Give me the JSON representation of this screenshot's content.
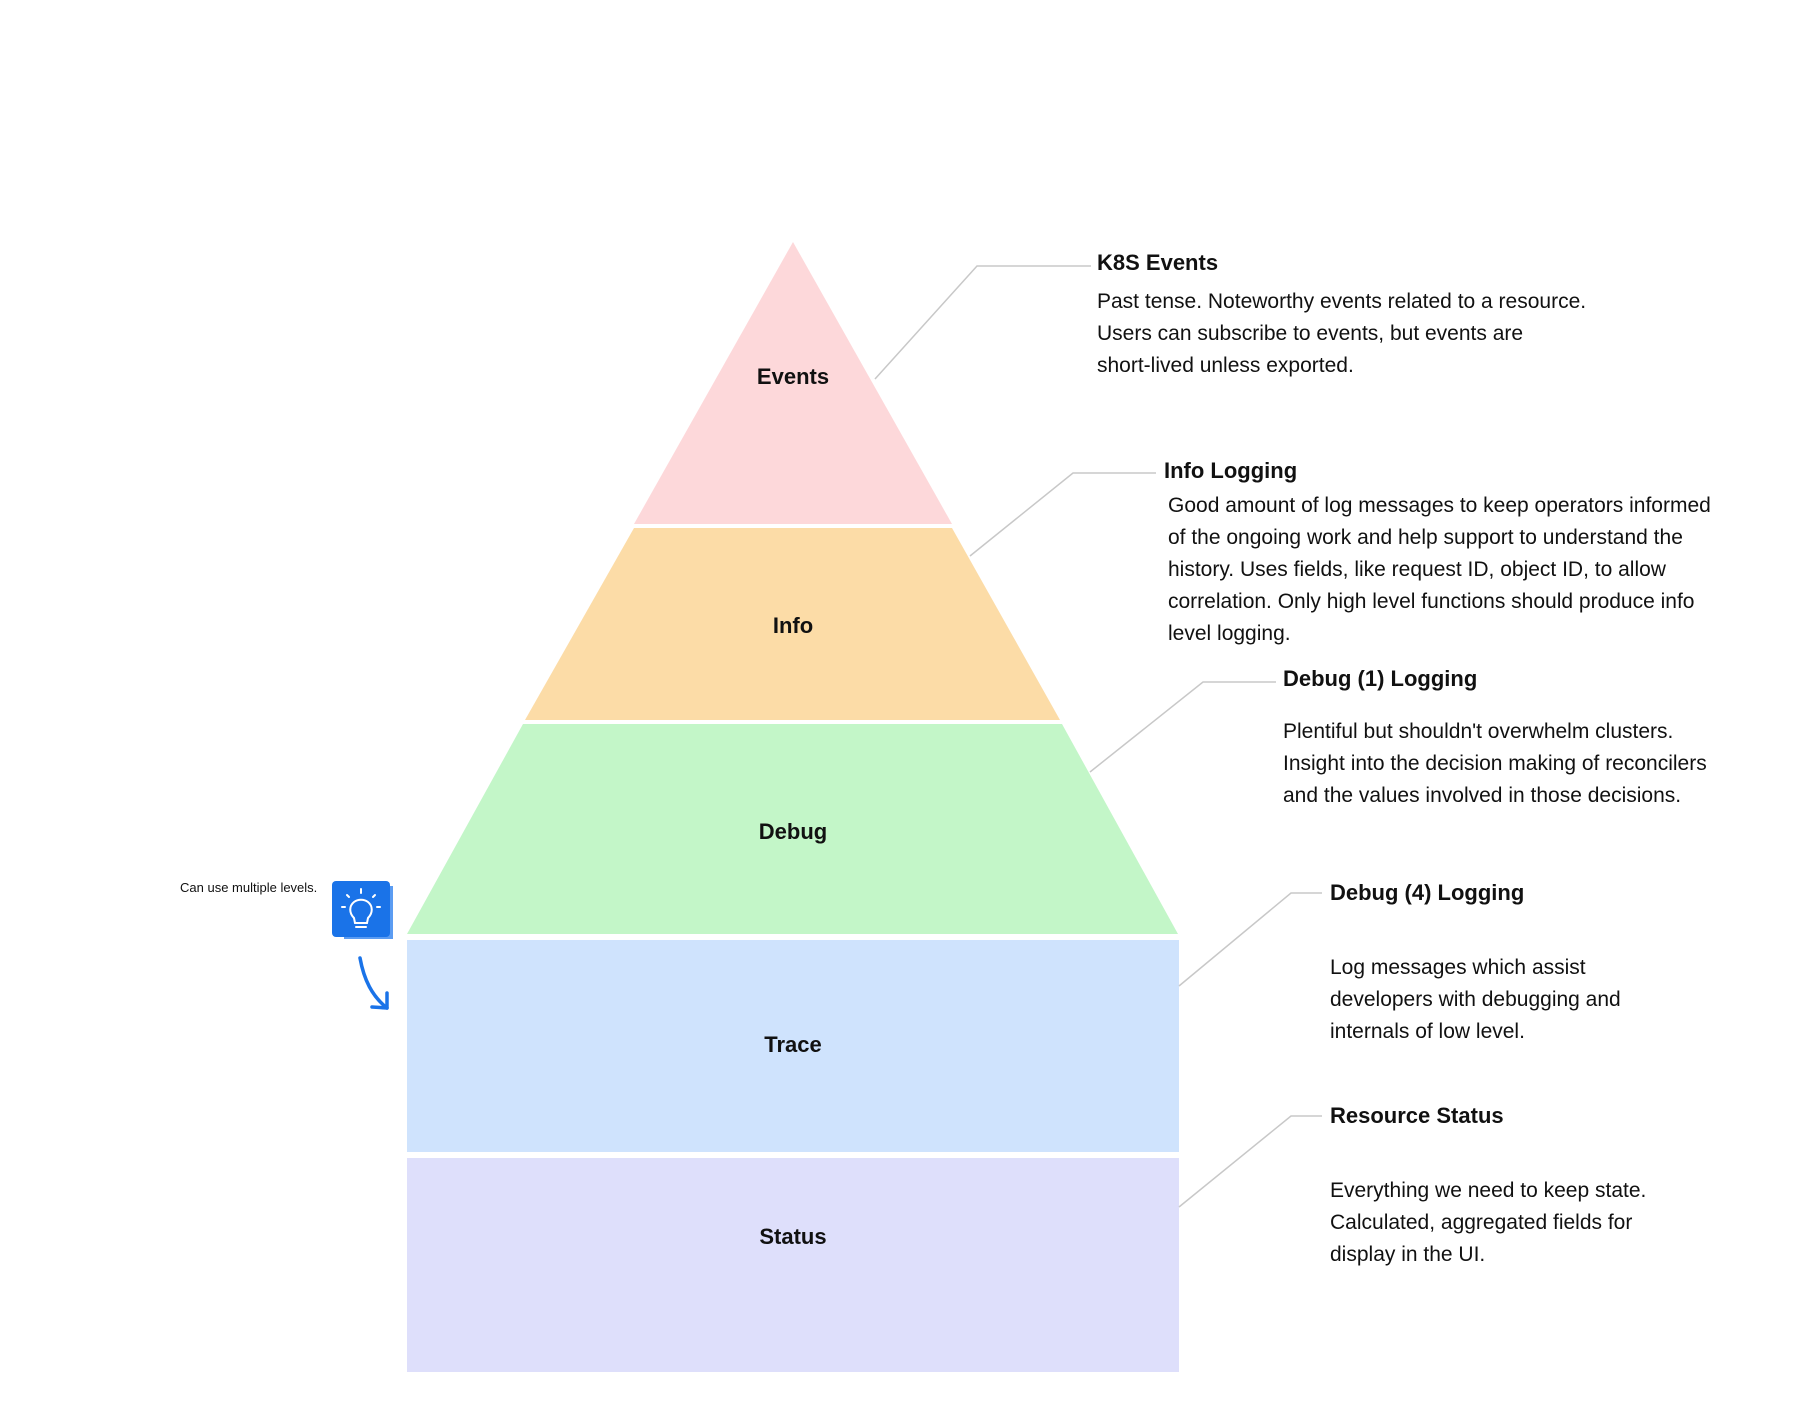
{
  "layers": [
    {
      "label": "Events",
      "color": "#fdd8da"
    },
    {
      "label": "Info",
      "color": "#fcdca7"
    },
    {
      "label": "Debug",
      "color": "#c3f6c8"
    },
    {
      "label": "Trace",
      "color": "#cfe3fd"
    },
    {
      "label": "Status",
      "color": "#dedffb"
    }
  ],
  "callouts": [
    {
      "title": "K8S Events",
      "body": "Past tense. Noteworthy events related to a resource.\nUsers can subscribe to events, but events are\nshort-lived unless exported."
    },
    {
      "title": "Info Logging",
      "body": "Good amount of log messages to keep operators informed\nof the ongoing work and help support to understand the\nhistory. Uses fields, like request ID, object ID, to allow\ncorrelation. Only high level functions should produce info\nlevel logging."
    },
    {
      "title": "Debug (1) Logging",
      "body": "Plentiful but shouldn't overwhelm clusters.\nInsight into the decision making  of reconcilers\nand the values involved in those decisions."
    },
    {
      "title": "Debug (4) Logging",
      "body": "Log messages which assist\ndevelopers with debugging and\ninternals of low level."
    },
    {
      "title": "Resource Status",
      "body": "Everything we need to keep state.\nCalculated, aggregated fields for\ndisplay in the UI."
    }
  ],
  "tip": {
    "note": "Can use multiple levels.",
    "icon": "lightbulb-icon",
    "icon_color": "#1a73e8"
  },
  "connector_color": "#c8c8c8",
  "arrow_color": "#1a73e8"
}
